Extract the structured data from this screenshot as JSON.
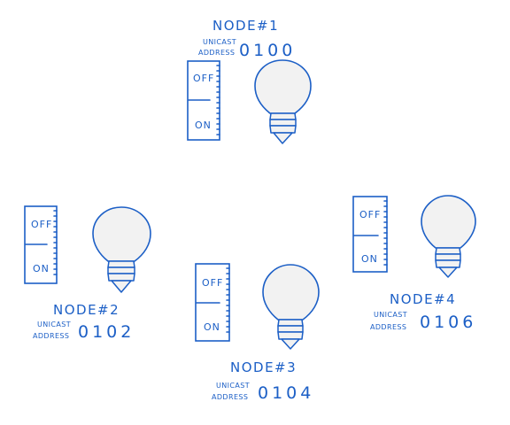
{
  "labels": {
    "unicast": "UNICAST",
    "address": "ADDRESS",
    "off": "OFF",
    "on": "ON"
  },
  "nodes": [
    {
      "title": "NODE#1",
      "address": "0100",
      "state": "off"
    },
    {
      "title": "NODE#2",
      "address": "0102",
      "state": "off"
    },
    {
      "title": "NODE#3",
      "address": "0104",
      "state": "off"
    },
    {
      "title": "NODE#4",
      "address": "0106",
      "state": "off"
    }
  ],
  "colors": {
    "ink": "#1c5fc6",
    "bulb": "#f2f2f2",
    "background": "#ffffff"
  }
}
